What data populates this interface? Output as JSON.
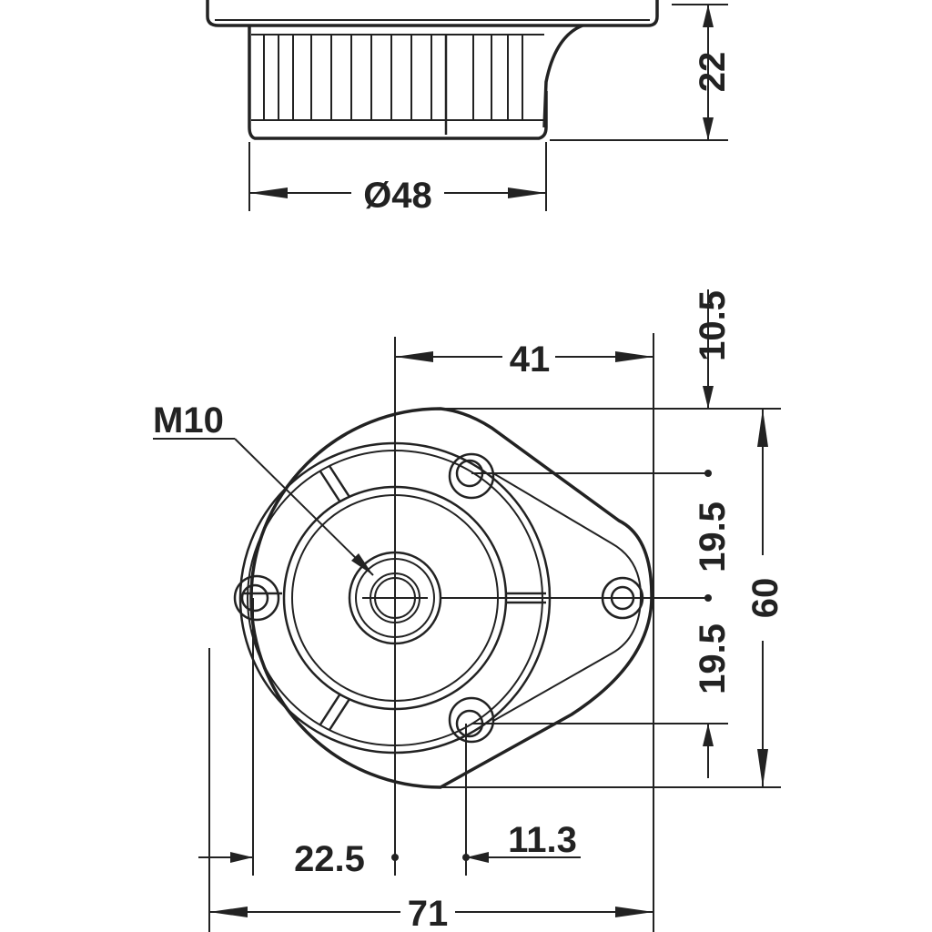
{
  "drawing": {
    "side_view": {
      "height_label": "22",
      "diameter_label": "Ø48"
    },
    "top_view": {
      "thread_label": "M10",
      "dim_41": "41",
      "dim_10_5": "10.5",
      "dim_19_5_upper": "19.5",
      "dim_19_5_lower": "19.5",
      "dim_60": "60",
      "dim_22_5": "22.5",
      "dim_11_3": "11.3",
      "dim_71": "71"
    }
  },
  "colors": {
    "line": "#222222",
    "background": "#ffffff"
  }
}
